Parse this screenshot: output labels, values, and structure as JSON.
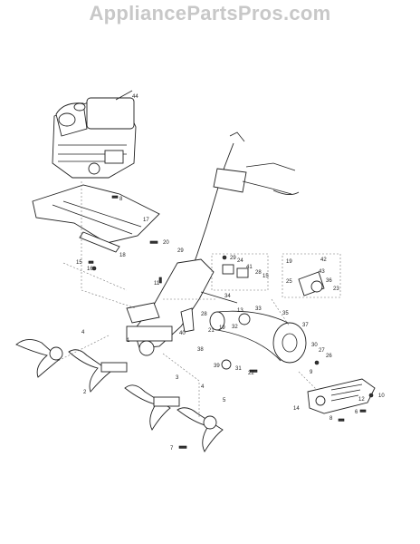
{
  "watermark": "AppliancePartsPros.com",
  "colors": {
    "watermark": "#c8c8c8",
    "ink": "#222222",
    "background": "#ffffff"
  },
  "callouts": [
    {
      "id": "c44",
      "text": "44"
    },
    {
      "id": "c8a",
      "text": "8"
    },
    {
      "id": "c17",
      "text": "17"
    },
    {
      "id": "c18",
      "text": "18"
    },
    {
      "id": "c15a",
      "text": "15"
    },
    {
      "id": "c16",
      "text": "16"
    },
    {
      "id": "c20",
      "text": "20"
    },
    {
      "id": "c29a",
      "text": "29"
    },
    {
      "id": "c11",
      "text": "11"
    },
    {
      "id": "c29b",
      "text": "29"
    },
    {
      "id": "c24",
      "text": "24"
    },
    {
      "id": "c41",
      "text": "41"
    },
    {
      "id": "c28a",
      "text": "28"
    },
    {
      "id": "c15b",
      "text": "15"
    },
    {
      "id": "c19a",
      "text": "19"
    },
    {
      "id": "c42",
      "text": "42"
    },
    {
      "id": "c25",
      "text": "25"
    },
    {
      "id": "c43",
      "text": "43"
    },
    {
      "id": "c36",
      "text": "36"
    },
    {
      "id": "c23",
      "text": "23"
    },
    {
      "id": "c34",
      "text": "34"
    },
    {
      "id": "c13",
      "text": "13"
    },
    {
      "id": "c33",
      "text": "33"
    },
    {
      "id": "c28b",
      "text": "28"
    },
    {
      "id": "c40",
      "text": "40"
    },
    {
      "id": "c21",
      "text": "21"
    },
    {
      "id": "c19b",
      "text": "19"
    },
    {
      "id": "c32",
      "text": "32"
    },
    {
      "id": "c35",
      "text": "35"
    },
    {
      "id": "c37",
      "text": "37"
    },
    {
      "id": "c38",
      "text": "38"
    },
    {
      "id": "c1",
      "text": "1"
    },
    {
      "id": "c4a",
      "text": "4"
    },
    {
      "id": "c2",
      "text": "2"
    },
    {
      "id": "c30",
      "text": "30"
    },
    {
      "id": "c27",
      "text": "27"
    },
    {
      "id": "c26",
      "text": "26"
    },
    {
      "id": "c39",
      "text": "39"
    },
    {
      "id": "c31",
      "text": "31"
    },
    {
      "id": "c22",
      "text": "22"
    },
    {
      "id": "c9",
      "text": "9"
    },
    {
      "id": "c3",
      "text": "3"
    },
    {
      "id": "c4b",
      "text": "4"
    },
    {
      "id": "c5",
      "text": "5"
    },
    {
      "id": "c12",
      "text": "12"
    },
    {
      "id": "c10",
      "text": "10"
    },
    {
      "id": "c14",
      "text": "14"
    },
    {
      "id": "c8b",
      "text": "8"
    },
    {
      "id": "c6",
      "text": "6"
    },
    {
      "id": "c7",
      "text": "7"
    }
  ]
}
